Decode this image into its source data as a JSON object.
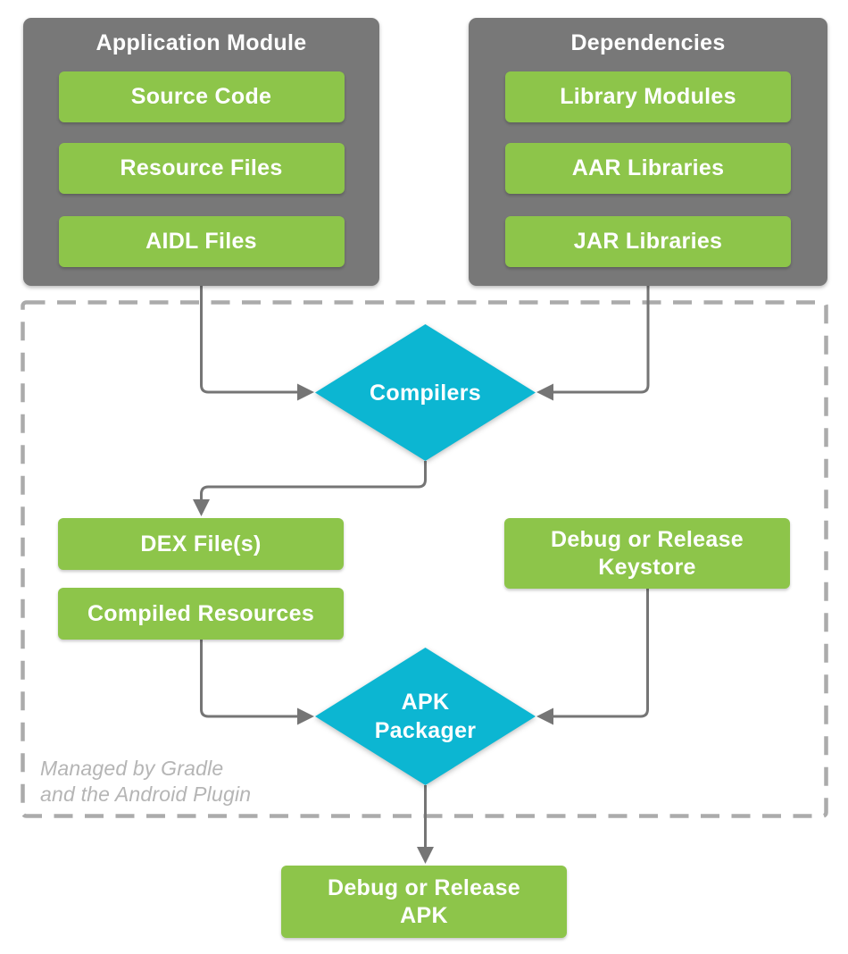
{
  "colors": {
    "panel_gray": "#787878",
    "box_green": "#8dc54a",
    "diamond_cyan": "#0cb6d2",
    "connector_gray": "#757575",
    "dashed_border_gray": "#ababab",
    "note_gray": "#b5b5b5",
    "text_white": "#ffffff"
  },
  "panels": {
    "application_module": {
      "title": "Application Module",
      "items": [
        "Source Code",
        "Resource Files",
        "AIDL Files"
      ]
    },
    "dependencies": {
      "title": "Dependencies",
      "items": [
        "Library Modules",
        "AAR Libraries",
        "JAR Libraries"
      ]
    }
  },
  "gradle_region": {
    "note_line1": "Managed by Gradle",
    "note_line2": "and the Android Plugin",
    "compilers_label": "Compilers",
    "apk_packager_line1": "APK",
    "apk_packager_line2": "Packager",
    "dex_files_label": "DEX File(s)",
    "compiled_resources_label": "Compiled Resources",
    "keystore_line1": "Debug or Release",
    "keystore_line2": "Keystore"
  },
  "output": {
    "apk_line1": "Debug or Release",
    "apk_line2": "APK"
  }
}
